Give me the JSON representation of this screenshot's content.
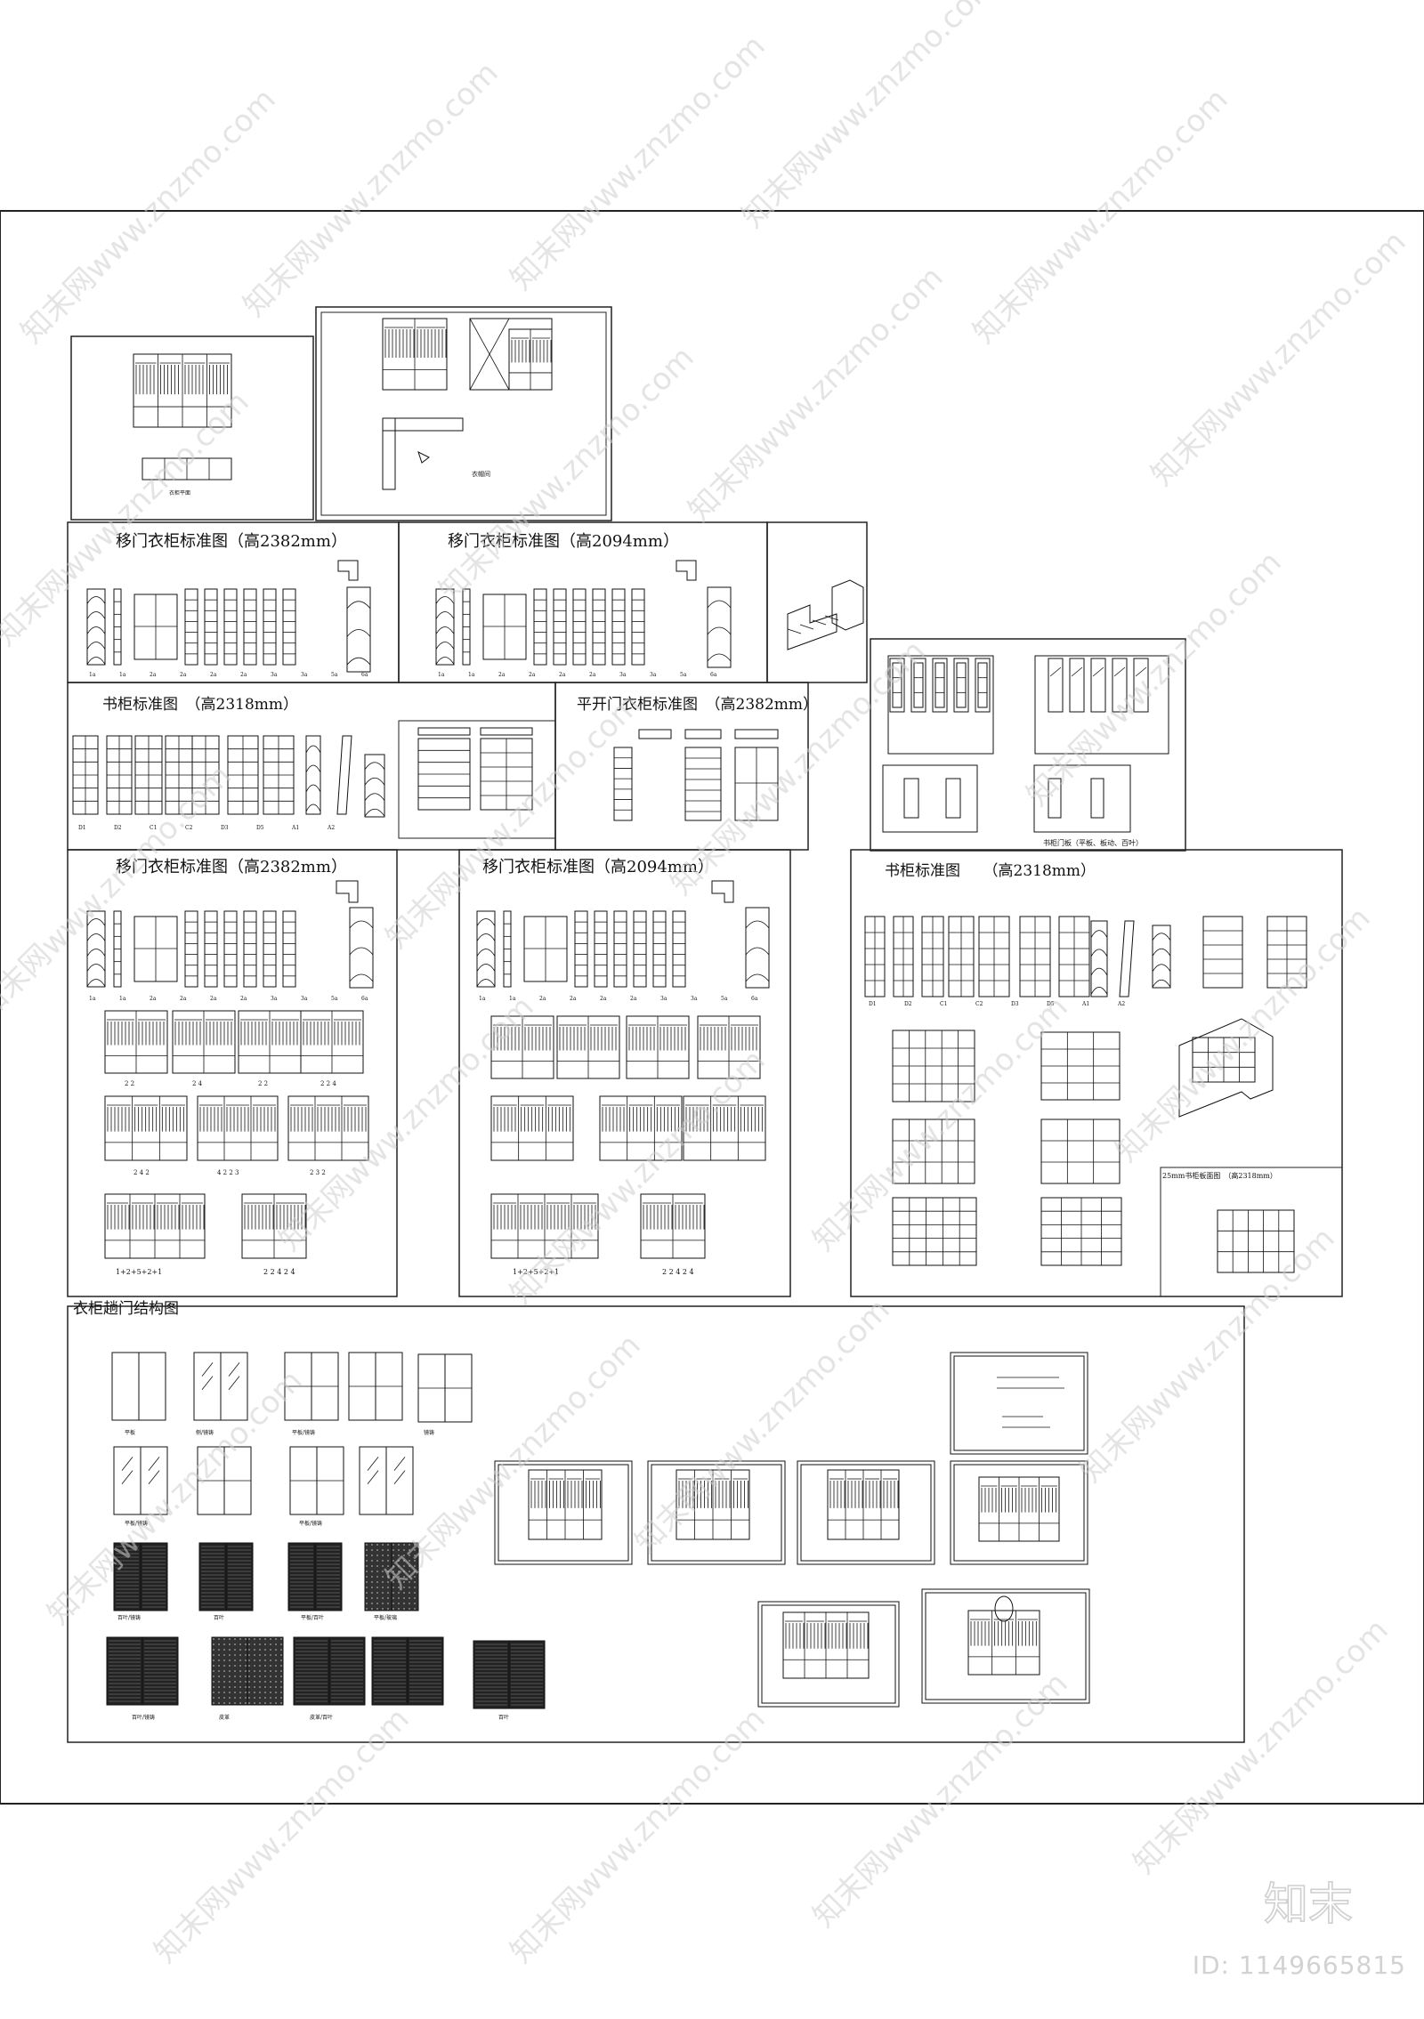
{
  "sheet": {
    "titles": {
      "sliding_2382_a": "移门衣柜标准图（高2382mm）",
      "sliding_2094_a": "移门衣柜标准图（高2094mm）",
      "bookcase_2318_a": "书柜标准图　（高2318mm）",
      "hinged_2382": "平开门衣柜标准图　（高2382mm）",
      "sliding_2382_b": "移门衣柜标准图（高2382mm）",
      "sliding_2094_b": "移门衣柜标准图（高2094mm）",
      "bookcase_2318_b": "书柜标准图　　（高2318mm）",
      "door_structure": "衣柜趟门结构图",
      "bookcase_door_note": "书柜门板（平板、板动、百叶）",
      "small_bookcase_note": "25mm书柜板面图　（高2318mm）"
    },
    "top_captions": {
      "plan_1": "衣柜平面",
      "plan_2": "衣帽间"
    },
    "door_labels": {
      "row1": [
        "平板",
        "侧/镜铸",
        "平板/镜铸",
        "镜铸"
      ],
      "row2": [
        "平板/镜铸",
        "平板/镜铸"
      ],
      "row3": [
        "百叶/镜铸",
        "百叶",
        "平板/百叶",
        "平板/玻璃"
      ],
      "row4": [
        "百叶/镜铸",
        "皮革",
        "皮革/百叶",
        "百叶"
      ]
    },
    "combo_labels": {
      "a": [
        "2 2",
        "2 4",
        "2 2",
        "2 2 4"
      ],
      "b": [
        "2 4 2",
        "4 2 2 3",
        "2 3 2"
      ],
      "c": [
        "1+2+5+2+1",
        "2 2 4 2 4"
      ],
      "d": [
        "1+2+5+2+1",
        "2 2 4 2 4"
      ]
    },
    "module_labels": [
      "1a",
      "1a",
      "2a",
      "2a",
      "2a",
      "2a",
      "3a",
      "3a",
      "5a",
      "6a"
    ],
    "bookcase_labels": [
      "D1",
      "D2",
      "C1",
      "C2",
      "D3",
      "D5",
      "A1",
      "A2"
    ]
  },
  "watermark": {
    "text": "知末网www.znzmo.com"
  },
  "branding": {
    "logo_text": "知末",
    "id_text": "ID: 1149665815"
  }
}
